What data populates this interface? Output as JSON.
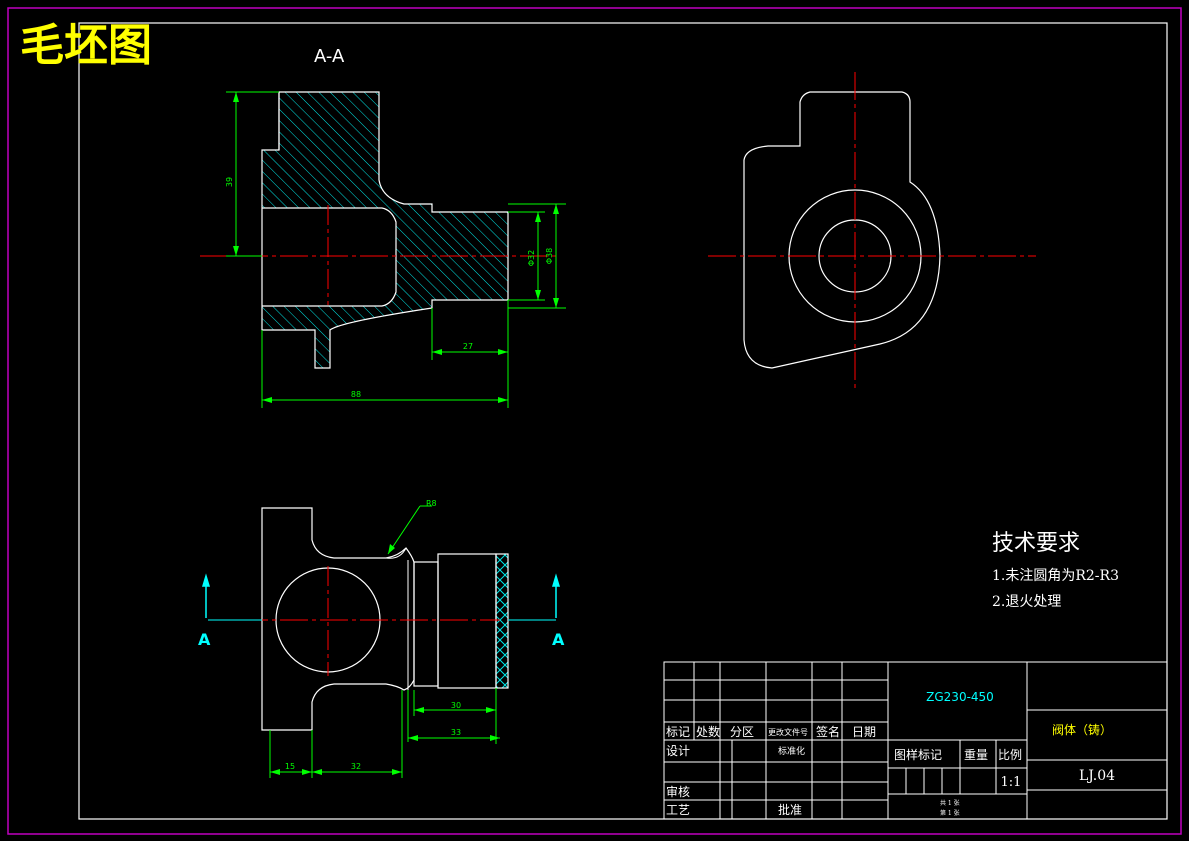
{
  "drawing": {
    "title": "毛坯图",
    "section_label": "A-A",
    "cut_mark": "A",
    "tech_req": {
      "heading": "技术要求",
      "items": [
        "1.未注圆角为R2-R3",
        "2.退火处理"
      ]
    },
    "dimensions": {
      "height_left": "39",
      "d_inner": "Φ32",
      "d_outer": "Φ38",
      "len_27": "27",
      "len_88": "88",
      "radius": "R8",
      "len_30": "30",
      "len_33": "33",
      "len_15": "15",
      "len_32": "32"
    }
  },
  "title_block": {
    "material": "ZG230-450",
    "part_name": "阀体（铸）",
    "drawing_no": "LJ.04",
    "scale": "1:1",
    "headers": {
      "mark": "标记",
      "count": "处数",
      "zone": "分区",
      "change_doc": "更改文件号",
      "sign": "签名",
      "date": "日期",
      "design": "设计",
      "standardize": "标准化",
      "review": "审核",
      "process": "工艺",
      "approve": "批准",
      "drawing_mark": "图样标记",
      "weight": "重量",
      "scale_label": "比例"
    },
    "sheet": {
      "total": "共 1 张",
      "current": "第 1 张"
    }
  },
  "colors": {
    "frame": "#c000c0",
    "outline": "#ffffff",
    "center": "#ff0000",
    "dimension": "#00ff00",
    "hatch": "#00ffff",
    "title": "#ffff00",
    "cyan": "#00ffff",
    "block_text": "#ffffff"
  }
}
